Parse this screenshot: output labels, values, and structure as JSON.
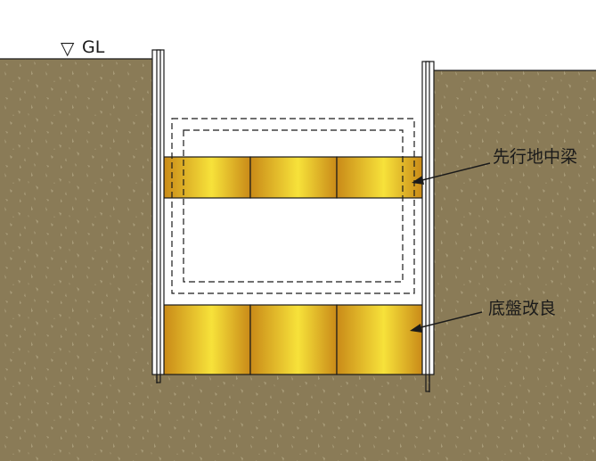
{
  "ground_marker": {
    "symbol": "▽",
    "label": "GL"
  },
  "labels": {
    "pre_beam": "先行地中梁",
    "bottom_improvement": "底盤改良"
  },
  "colors": {
    "soil": "#8a7b57",
    "soil_speckle": "#a89b78",
    "column_dark": "#c98a18",
    "column_light": "#f7e23a",
    "wall_fill": "#ffffff",
    "line": "#1a1a1a"
  }
}
